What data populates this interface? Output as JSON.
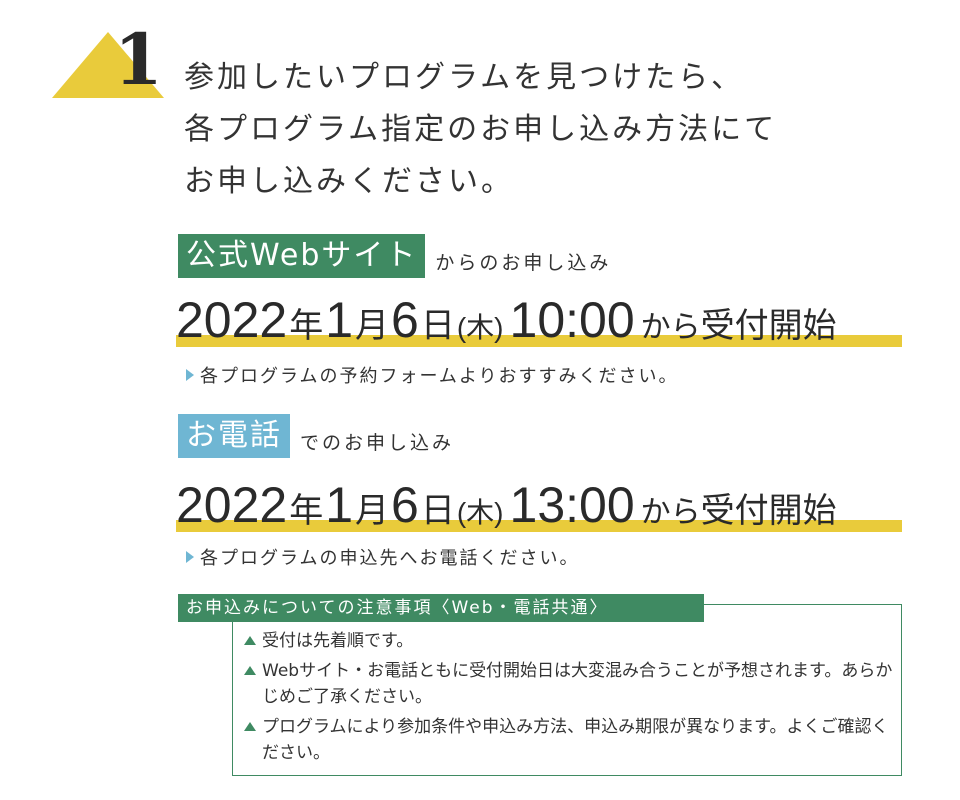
{
  "step": {
    "number": "1"
  },
  "intro": {
    "lines": [
      "参加したいプログラムを見つけたら、",
      "各プログラム指定のお申し込み方法にて",
      "お申し込みください。"
    ]
  },
  "web": {
    "tag": "公式Webサイト",
    "suffix": "からのお申し込み",
    "date": {
      "year": "2022",
      "year_unit": "年",
      "month": "1",
      "month_unit": "月",
      "day": "6",
      "day_unit": "日",
      "weekday": "(木)",
      "time": "10:00",
      "kara": "から",
      "ending": "受付開始"
    },
    "note": "各プログラムの予約フォームよりおすすみください。"
  },
  "phone": {
    "tag": "お電話",
    "suffix": "でのお申し込み",
    "date": {
      "year": "2022",
      "year_unit": "年",
      "month": "1",
      "month_unit": "月",
      "day": "6",
      "day_unit": "日",
      "weekday": "(木)",
      "time": "13:00",
      "kara": "から",
      "ending": "受付開始"
    },
    "note": "各プログラムの申込先へお電話ください。"
  },
  "caution": {
    "title": "お申込みについての注意事項〈Web・電話共通〉",
    "items": [
      "受付は先着順です。",
      "Webサイト・お電話ともに受付開始日は大変混み合うことが予想されます。あらかじめご了承ください。",
      "プログラムにより参加条件や申込み方法、申込み期限が異なります。よくご確認ください。"
    ]
  },
  "colors": {
    "green": "#3f8a62",
    "blue": "#6fb6d3",
    "yellow": "#e9cb3b"
  }
}
